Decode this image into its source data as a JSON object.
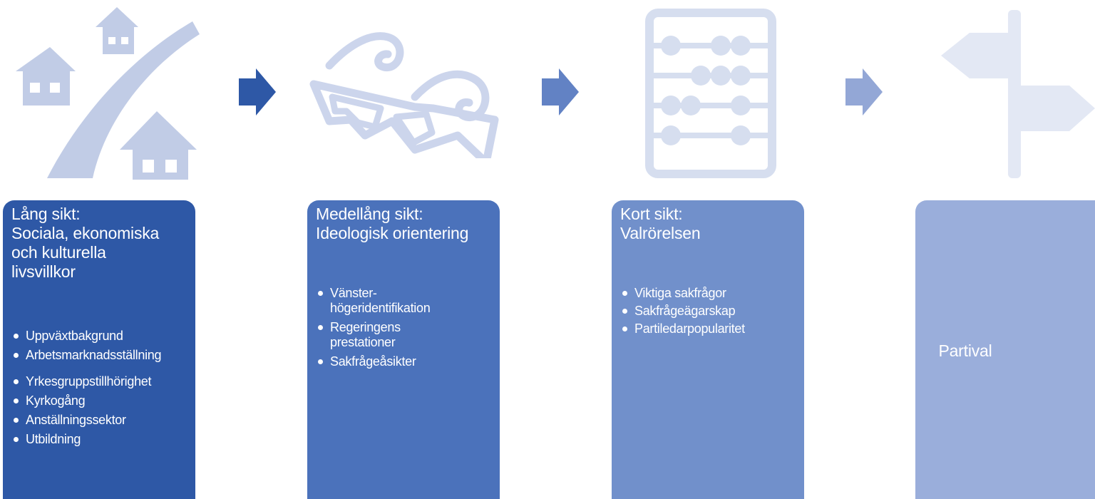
{
  "colors": {
    "box_1": "#2e58a6",
    "box_2": "#4b72bb",
    "box_3": "#7190cb",
    "box_4": "#9aaedb",
    "icon_houses": "#c1cce6",
    "icon_glasses": "#ccd5ec",
    "icon_abacus": "#d6deef",
    "icon_signpost": "#e3e8f4",
    "arrow_1": "#2e58a6",
    "arrow_2": "#6282c4",
    "arrow_3": "#93a7d6"
  },
  "icons": {
    "stage_1": "houses-road-icon",
    "stage_2": "3d-glasses-icon",
    "stage_3": "abacus-icon",
    "stage_4": "signpost-icon",
    "connector": "right-arrow-icon"
  },
  "stages": [
    {
      "title_lines": [
        "Lång sikt:",
        "Sociala, ekonomiska",
        "och kulturella",
        "livsvillkor"
      ],
      "bullets": [
        "Uppväxtbakgrund",
        "Arbetsmarknadsställning",
        "Yrkesgruppstillhörighet",
        "Kyrkogång",
        "Anställningssektor",
        "Utbildning"
      ]
    },
    {
      "title_lines": [
        "Medellång sikt:",
        "Ideologisk orientering"
      ],
      "bullets": [
        "Vänster-\nhögeridentifikation",
        "Regeringens\nprestationer",
        "Sakfrågeåsikter"
      ]
    },
    {
      "title_lines": [
        "Kort sikt:",
        "Valrörelsen"
      ],
      "bullets": [
        "Viktiga sakfrågor",
        "Sakfrågeägarskap",
        "Partiledarpopularitet"
      ]
    },
    {
      "label": "Partival"
    }
  ]
}
